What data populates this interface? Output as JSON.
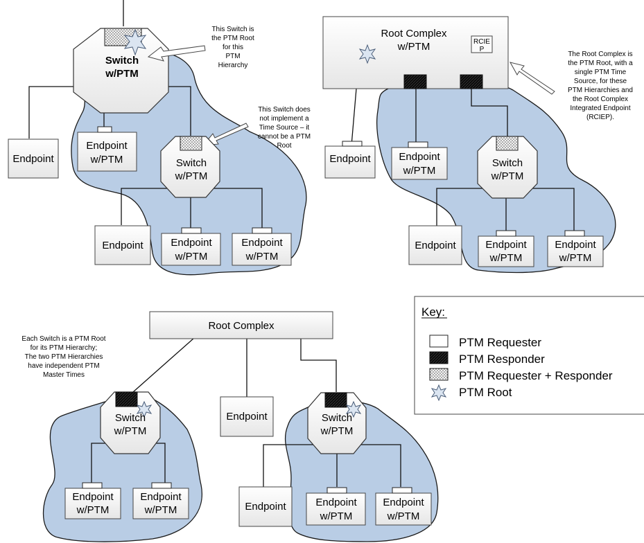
{
  "diagram1": {
    "switch_label_1": "Switch",
    "switch_label_2": "w/PTM",
    "note_root": [
      "This Switch is",
      "the PTM Root",
      "for this",
      "PTM",
      "Hierarchy"
    ],
    "note_no_time": [
      "This Switch does",
      "not implement a",
      "Time Source – it",
      "cannot be a PTM",
      "Root"
    ],
    "endpoint": "Endpoint",
    "ep_ptm_1": "Endpoint",
    "ep_ptm_2": "w/PTM",
    "switch2_1": "Switch",
    "switch2_2": "w/PTM"
  },
  "diagram2": {
    "rc_1": "Root Complex",
    "rc_2": "w/PTM",
    "rciep_1": "RCIE",
    "rciep_2": "P",
    "note": [
      "The Root Complex is",
      "the PTM Root, with a",
      "single PTM Time",
      "Source, for these",
      "PTM Hierarchies and",
      "the Root Complex",
      "Integrated Endpoint",
      "(RCIEP)."
    ],
    "endpoint": "Endpoint",
    "ep_ptm_1": "Endpoint",
    "ep_ptm_2": "w/PTM",
    "switch_1": "Switch",
    "switch_2": "w/PTM"
  },
  "diagram3": {
    "rc": "Root Complex",
    "note": [
      "Each Switch is a PTM Root",
      "for its PTM Hierarchy;",
      "The two PTM Hierarchies",
      "have independent PTM",
      "Master Times"
    ],
    "endpoint": "Endpoint",
    "ep_ptm_1": "Endpoint",
    "ep_ptm_2": "w/PTM",
    "switch_1": "Switch",
    "switch_2": "w/PTM"
  },
  "key": {
    "title": "Key:",
    "items": [
      "PTM Requester",
      "PTM Responder",
      "PTM Requester + Responder",
      "PTM Root"
    ]
  },
  "colors": {
    "hierarchy_fill": "#b9cde5",
    "star_fill": "#dbe5f1"
  }
}
